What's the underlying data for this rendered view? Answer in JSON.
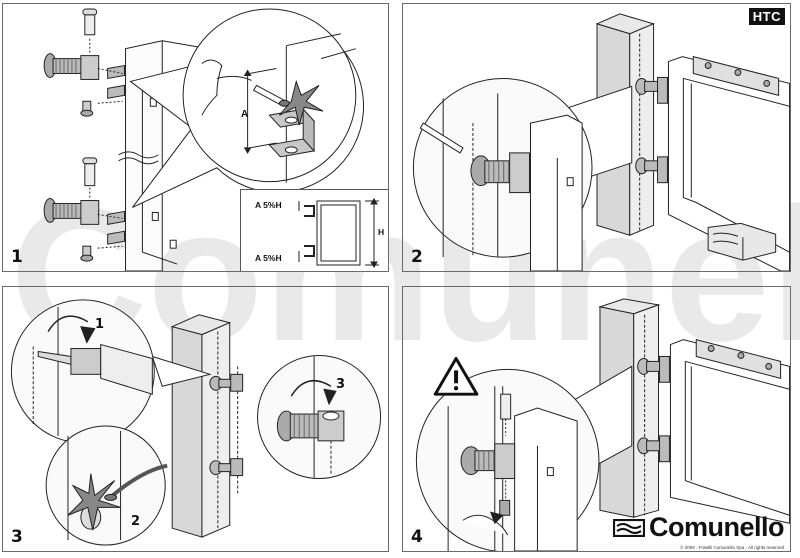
{
  "document": {
    "type": "installation-instructions",
    "brand": "Comunello",
    "product_badge": "HTC",
    "copyright": "© 2009 - Fratelli Comunello Spa - All rights reserved",
    "watermark_text": "Comunello"
  },
  "panels": [
    {
      "step": "1",
      "description": "Mark hinge bracket positions on gate frame and weld brackets",
      "callouts": {
        "dimension_label": "A"
      },
      "dimension_diagram": {
        "top_label": "A  5%H",
        "bottom_label": "A  5%H",
        "height_label": "H"
      }
    },
    {
      "step": "2",
      "description": "Position gate on wooden block, mark hinge positions on post"
    },
    {
      "step": "3",
      "description": "Drill, weld, and screw in hinge bolts",
      "sub_steps": [
        "1",
        "2",
        "3"
      ]
    },
    {
      "step": "4",
      "description": "Insert pins and tighten screw; warning symbol",
      "warning_icon": "warning-triangle"
    }
  ],
  "colors": {
    "border": "#6a6a6a",
    "ink": "#111111",
    "watermark": "#e6e6e6",
    "badge_bg": "#111111",
    "badge_fg": "#ffffff"
  }
}
